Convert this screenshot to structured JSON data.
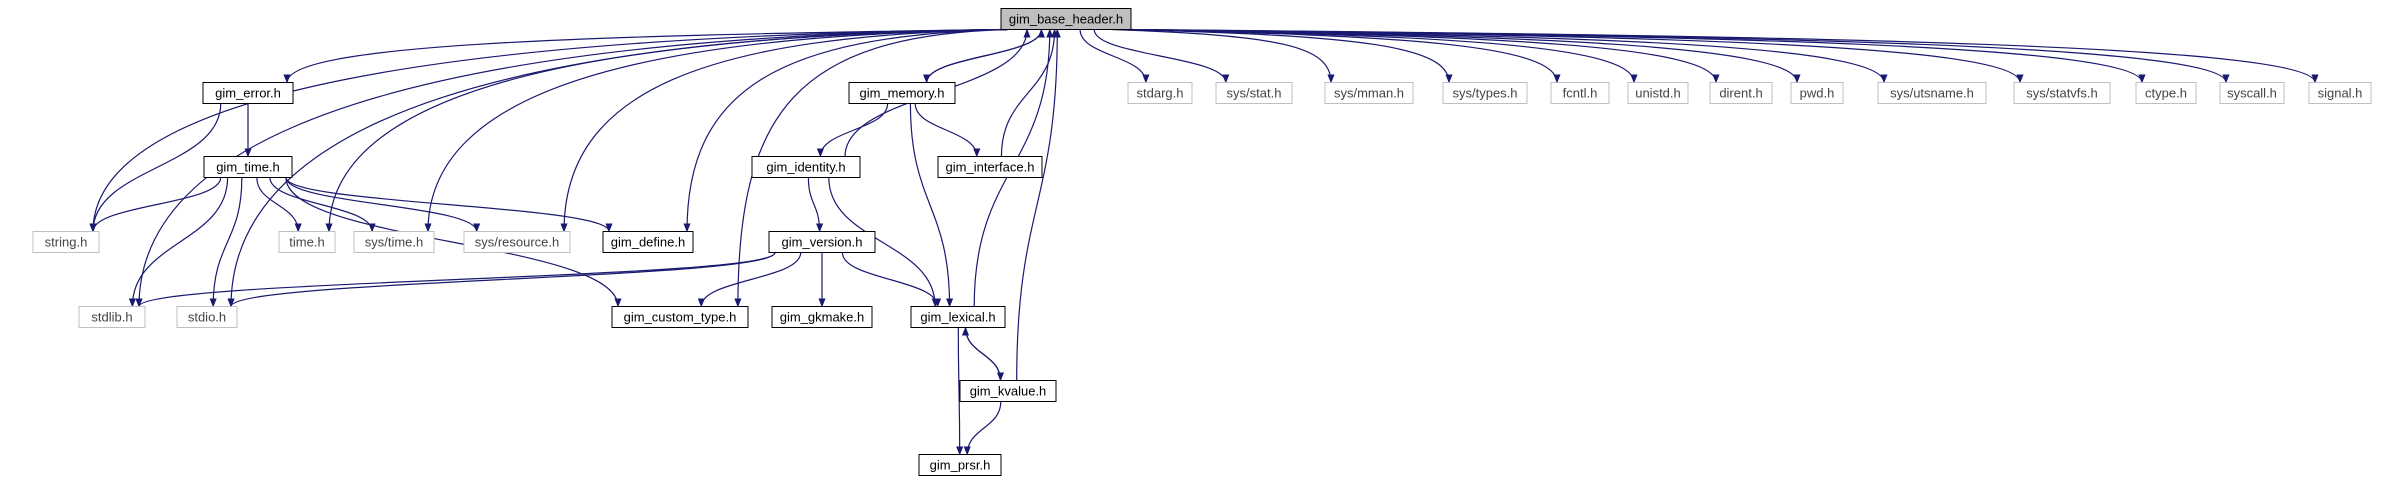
{
  "colors": {
    "edge": "#191970",
    "root_fill": "#bfbfbf",
    "project_border": "#000000",
    "system_border": "#bfbfbf",
    "system_text": "#444444",
    "project_text": "#000000"
  },
  "nodes": [
    {
      "id": "gim_base_header",
      "label": "gim_base_header.h",
      "kind": "root"
    },
    {
      "id": "gim_error",
      "label": "gim_error.h",
      "kind": "project"
    },
    {
      "id": "gim_memory",
      "label": "gim_memory.h",
      "kind": "project"
    },
    {
      "id": "gim_time",
      "label": "gim_time.h",
      "kind": "project"
    },
    {
      "id": "gim_identity",
      "label": "gim_identity.h",
      "kind": "project"
    },
    {
      "id": "gim_interface",
      "label": "gim_interface.h",
      "kind": "project"
    },
    {
      "id": "gim_version",
      "label": "gim_version.h",
      "kind": "project"
    },
    {
      "id": "gim_define",
      "label": "gim_define.h",
      "kind": "project"
    },
    {
      "id": "gim_custom_type",
      "label": "gim_custom_type.h",
      "kind": "project"
    },
    {
      "id": "gim_gkmake",
      "label": "gim_gkmake.h",
      "kind": "project"
    },
    {
      "id": "gim_lexical",
      "label": "gim_lexical.h",
      "kind": "project"
    },
    {
      "id": "gim_kvalue",
      "label": "gim_kvalue.h",
      "kind": "project"
    },
    {
      "id": "gim_prsr",
      "label": "gim_prsr.h",
      "kind": "project"
    },
    {
      "id": "string",
      "label": "string.h",
      "kind": "system"
    },
    {
      "id": "time",
      "label": "time.h",
      "kind": "system"
    },
    {
      "id": "sys_time",
      "label": "sys/time.h",
      "kind": "system"
    },
    {
      "id": "sys_resource",
      "label": "sys/resource.h",
      "kind": "system"
    },
    {
      "id": "stdlib",
      "label": "stdlib.h",
      "kind": "system"
    },
    {
      "id": "stdio",
      "label": "stdio.h",
      "kind": "system"
    },
    {
      "id": "stdarg",
      "label": "stdarg.h",
      "kind": "system"
    },
    {
      "id": "sys_stat",
      "label": "sys/stat.h",
      "kind": "system"
    },
    {
      "id": "sys_mman",
      "label": "sys/mman.h",
      "kind": "system"
    },
    {
      "id": "sys_types",
      "label": "sys/types.h",
      "kind": "system"
    },
    {
      "id": "fcntl",
      "label": "fcntl.h",
      "kind": "system"
    },
    {
      "id": "unistd",
      "label": "unistd.h",
      "kind": "system"
    },
    {
      "id": "dirent",
      "label": "dirent.h",
      "kind": "system"
    },
    {
      "id": "pwd",
      "label": "pwd.h",
      "kind": "system"
    },
    {
      "id": "sys_utsname",
      "label": "sys/utsname.h",
      "kind": "system"
    },
    {
      "id": "sys_statvfs",
      "label": "sys/statvfs.h",
      "kind": "system"
    },
    {
      "id": "ctype",
      "label": "ctype.h",
      "kind": "system"
    },
    {
      "id": "syscall",
      "label": "syscall.h",
      "kind": "system"
    },
    {
      "id": "signal",
      "label": "signal.h",
      "kind": "system"
    }
  ],
  "edges": [
    [
      "gim_base_header",
      "gim_error"
    ],
    [
      "gim_base_header",
      "gim_memory"
    ],
    [
      "gim_base_header",
      "string"
    ],
    [
      "gim_base_header",
      "stdlib"
    ],
    [
      "gim_base_header",
      "stdio"
    ],
    [
      "gim_base_header",
      "time"
    ],
    [
      "gim_base_header",
      "sys_time"
    ],
    [
      "gim_base_header",
      "sys_resource"
    ],
    [
      "gim_base_header",
      "gim_define"
    ],
    [
      "gim_base_header",
      "gim_custom_type"
    ],
    [
      "gim_base_header",
      "stdarg"
    ],
    [
      "gim_base_header",
      "sys_stat"
    ],
    [
      "gim_base_header",
      "sys_mman"
    ],
    [
      "gim_base_header",
      "sys_types"
    ],
    [
      "gim_base_header",
      "fcntl"
    ],
    [
      "gim_base_header",
      "unistd"
    ],
    [
      "gim_base_header",
      "dirent"
    ],
    [
      "gim_base_header",
      "pwd"
    ],
    [
      "gim_base_header",
      "sys_utsname"
    ],
    [
      "gim_base_header",
      "sys_statvfs"
    ],
    [
      "gim_base_header",
      "ctype"
    ],
    [
      "gim_base_header",
      "syscall"
    ],
    [
      "gim_base_header",
      "signal"
    ],
    [
      "gim_error",
      "gim_time"
    ],
    [
      "gim_error",
      "string"
    ],
    [
      "gim_time",
      "string"
    ],
    [
      "gim_time",
      "time"
    ],
    [
      "gim_time",
      "sys_time"
    ],
    [
      "gim_time",
      "sys_resource"
    ],
    [
      "gim_time",
      "gim_define"
    ],
    [
      "gim_time",
      "stdlib"
    ],
    [
      "gim_time",
      "stdio"
    ],
    [
      "gim_time",
      "gim_custom_type"
    ],
    [
      "gim_memory",
      "gim_base_header"
    ],
    [
      "gim_memory",
      "gim_identity"
    ],
    [
      "gim_memory",
      "gim_interface"
    ],
    [
      "gim_memory",
      "gim_lexical"
    ],
    [
      "gim_interface",
      "gim_base_header"
    ],
    [
      "gim_identity",
      "gim_base_header"
    ],
    [
      "gim_identity",
      "gim_version"
    ],
    [
      "gim_identity",
      "gim_lexical"
    ],
    [
      "gim_version",
      "stdlib"
    ],
    [
      "gim_version",
      "stdio"
    ],
    [
      "gim_version",
      "gim_custom_type"
    ],
    [
      "gim_version",
      "gim_gkmake"
    ],
    [
      "gim_version",
      "gim_lexical"
    ],
    [
      "gim_lexical",
      "gim_base_header"
    ],
    [
      "gim_lexical",
      "gim_kvalue"
    ],
    [
      "gim_lexical",
      "gim_prsr"
    ],
    [
      "gim_kvalue",
      "gim_base_header"
    ],
    [
      "gim_kvalue",
      "gim_lexical"
    ],
    [
      "gim_kvalue",
      "gim_prsr"
    ]
  ]
}
